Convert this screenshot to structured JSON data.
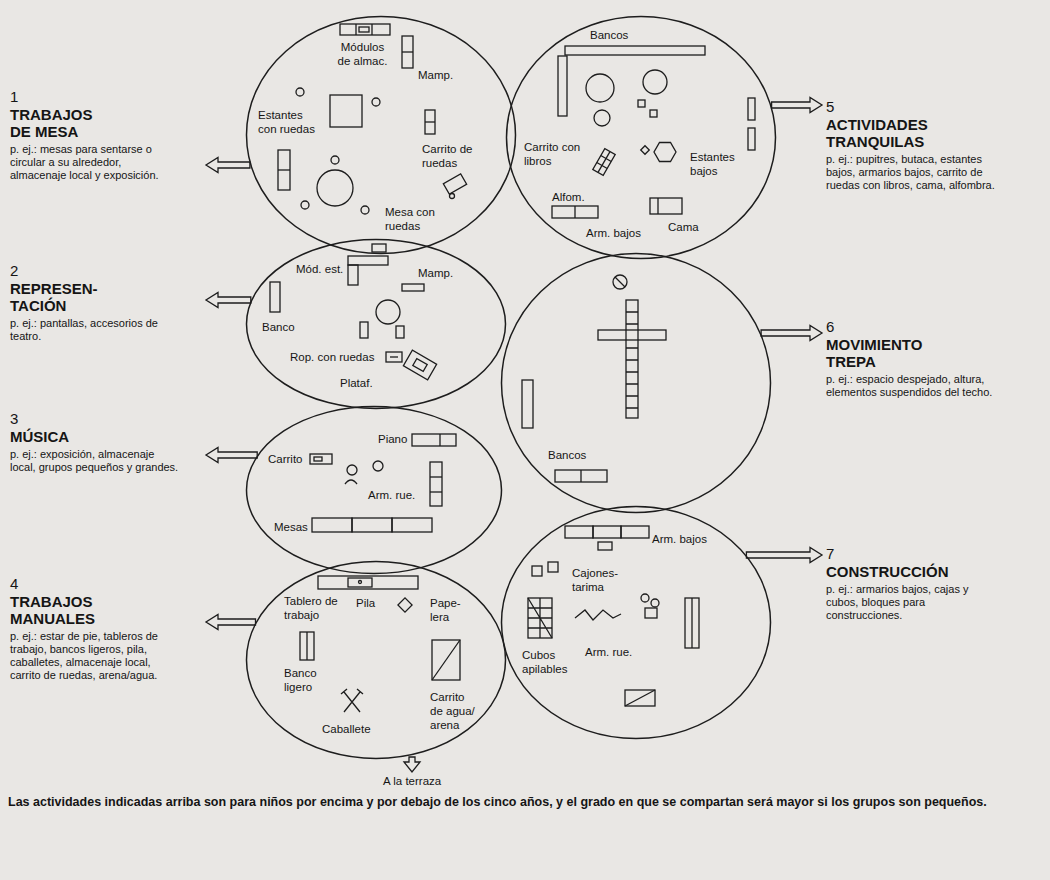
{
  "diagram": {
    "caption": "Las actividades indicadas arriba son para niños por encima y por debajo de los cinco años, y el grado en que se compartan será mayor si los grupos son pequeños.",
    "nodes": [
      {
        "text": [
          "1",
          "TRABAJOS DE MESA",
          "p. ej.: mesas para sentarse o circular a su alrededor, almacenaje local y exposición."
        ]
      },
      {
        "text": [
          "Módulos de almac.",
          "Mamp.",
          "Estantes con ruedas",
          "Carrito de ruedas",
          "Mesa con ruedas"
        ]
      },
      {
        "text": [
          "2",
          "REPRESEN- TACIÓN",
          "p. ej.: pantallas, accesorios de teatro."
        ]
      },
      {
        "text": [
          "Mód. est.",
          "Mamp.",
          "Banco",
          "Rop. con ruedas",
          "Plataf."
        ]
      },
      {
        "text": [
          "3",
          "MÚSICA",
          "p. ej.: exposición, almacenaje local, grupos pequeños y grandes."
        ]
      },
      {
        "text": [
          "Carrito",
          "Piano",
          "Arm. rue.",
          "Mesas"
        ]
      },
      {
        "text": [
          "4",
          "TRABAJOS MANUALES",
          "p. ej.: estar de pie, tableros de trabajo, bancos ligeros, pila, caballetes, almacenaje local, carrito de ruedas, arena/agua."
        ]
      },
      {
        "text": [
          "Tablero de trabajo",
          "Pila",
          "Pape- lera",
          "Banco ligero",
          "Caballete",
          "Carrito de agua/ arena"
        ]
      },
      {
        "text": [
          "5",
          "ACTIVIDADES TRANQUILAS",
          "p. ej.: pupitres, butaca, estantes bajos, armarios bajos, carrito de ruedas con libros, cama, alfombra."
        ]
      },
      {
        "text": [
          "Bancos",
          "Carrito con libros",
          "Estantes bajos",
          "Alfom.",
          "Arm. bajos",
          "Cama"
        ]
      },
      {
        "text": [
          "6",
          "MOVIMIENTO TREPA",
          "p. ej.: espacio despejado, altura, elementos suspendidos del techo."
        ]
      },
      {
        "text": [
          "Bancos"
        ]
      },
      {
        "text": [
          "7",
          "CONSTRUCCIÓN",
          "p. ej.: armarios bajos, cajas y cubos, bloques para construcciones."
        ]
      },
      {
        "text": [
          "Arm. bajos",
          "Cajones- tarima",
          "Cubos apilables",
          "Arm. rue."
        ]
      }
    ],
    "edges": [
      {
        "from": 1,
        "to": 0,
        "arrow": "to"
      },
      {
        "from": 3,
        "to": 2,
        "arrow": "to"
      },
      {
        "from": 5,
        "to": 4,
        "arrow": "to"
      },
      {
        "from": 7,
        "to": 6,
        "arrow": "to"
      },
      {
        "from": 9,
        "to": 8,
        "arrow": "to"
      },
      {
        "from": 11,
        "to": 10,
        "arrow": "to"
      },
      {
        "from": 13,
        "to": 12,
        "arrow": "to"
      }
    ],
    "labels": [
      "A la terraza"
    ]
  }
}
